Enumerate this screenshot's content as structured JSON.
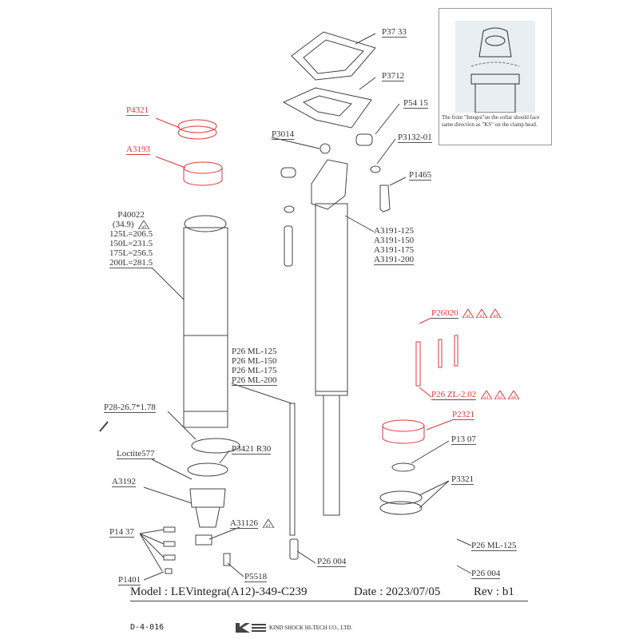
{
  "inset": {
    "note": "The front \"Integra\"on the collar should face same direction as \"KS\" on the clamp head."
  },
  "labels": {
    "p3733": "P37 33",
    "p3712": "P3712",
    "p5415": "P54 15",
    "p3014": "P3014",
    "p3132": "P3132-01",
    "p1465": "P1465",
    "a3191": [
      "A3191-125",
      "A3191-150",
      "A3191-175",
      "A3191-200"
    ],
    "p4321": "P4321",
    "a3193": "A3193",
    "p40022": [
      "P40022",
      "(34.9)",
      "125L=206.5",
      "150L=231.5",
      "175L=256.5",
      "200L=281.5"
    ],
    "p40022_tag": "a5",
    "p26020": "P26020",
    "p26020_tags": [
      "a1",
      "a3",
      "a4"
    ],
    "p26zl": "P26 ZL-2.02",
    "p26zl_tags": [
      "a1",
      "a3",
      "a4"
    ],
    "p2321": "P2321",
    "p1307": "P13 07",
    "p3321": "P3321",
    "p26ml": [
      "P26 ML-125",
      "P26 ML-150",
      "P26 ML-175",
      "P26 ML-200"
    ],
    "p28": "P28-26.7*1.78",
    "p3421": "P3421 R30",
    "loctite": "Loctite577",
    "a3192": "A3192",
    "p1437": "P14 37",
    "a31126": "A31126",
    "a31126_tag": "a1",
    "p1401": "P1401",
    "p5518": "P5518",
    "p26004": "P26 004",
    "p26ml125_right": "P26 ML-125",
    "p26004_right": "P26 004"
  },
  "title_block": {
    "model": "Model : LEVintegra(A12)-349-C239",
    "date": "Date : 2023/07/05",
    "rev": "Rev : b1",
    "doc_code": "D-4-016",
    "logo": "KS",
    "company": "KIND SHOCK HI-TECH CO., LTD."
  },
  "colors": {
    "highlight": "#e0373b",
    "line": "#444444"
  }
}
